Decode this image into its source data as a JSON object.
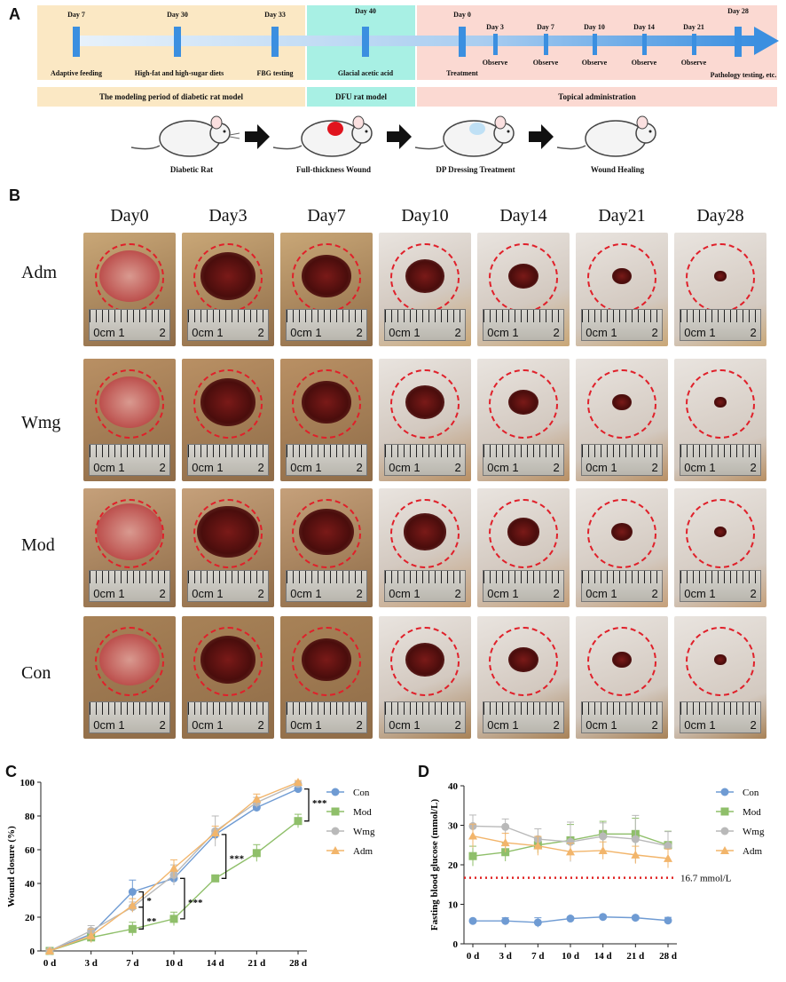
{
  "panel_letters": {
    "a": "A",
    "b": "B",
    "c": "C",
    "d": "D"
  },
  "timeline": {
    "days_top": [
      {
        "label": "Day 7"
      },
      {
        "label": "Day 30"
      },
      {
        "label": "Day 33"
      },
      {
        "label": "Day 40"
      },
      {
        "label": "Day 0"
      },
      {
        "label": "Day 28"
      }
    ],
    "days_mid": [
      {
        "label": "Day 3"
      },
      {
        "label": "Day 7"
      },
      {
        "label": "Day 10"
      },
      {
        "label": "Day 14"
      },
      {
        "label": "Day 21"
      }
    ],
    "events_bottom": [
      {
        "label": "Adaptive feeding"
      },
      {
        "label": "High-fat and high-sugar diets"
      },
      {
        "label": "FBG testing"
      },
      {
        "label": "Glacial acetic acid"
      },
      {
        "label": "Treatment"
      }
    ],
    "observe": [
      {
        "label": "Observe"
      },
      {
        "label": "Observe"
      },
      {
        "label": "Observe"
      },
      {
        "label": "Observe"
      },
      {
        "label": "Observe"
      }
    ],
    "end_label": "Pathology testing, etc.",
    "bars": [
      {
        "label": "The modeling period of diabetic rat model"
      },
      {
        "label": "DFU rat model"
      },
      {
        "label": "Topical administration"
      }
    ],
    "colors": {
      "modeling": "#fbe8c4",
      "dfu": "#a8f0e4",
      "topical": "#fbd9d2",
      "arrow": "#3b8fe0"
    }
  },
  "rat_steps": [
    {
      "caption": "Diabetic Rat"
    },
    {
      "caption": "Full-thickness Wound"
    },
    {
      "caption": "DP Dressing Treatment"
    },
    {
      "caption": "Wound Healing"
    }
  ],
  "photo_grid": {
    "days": [
      "Day0",
      "Day3",
      "Day7",
      "Day10",
      "Day14",
      "Day21",
      "Day28"
    ],
    "groups": [
      "Adm",
      "Wmg",
      "Mod",
      "Con"
    ],
    "ruler_text": "0cm 1",
    "ruler_end": "2"
  },
  "chart_data": [
    {
      "type": "line",
      "panel": "C",
      "ylabel": "Wound closure (%)",
      "xlabel": "",
      "categories": [
        "0 d",
        "3 d",
        "7 d",
        "10 d",
        "14 d",
        "21 d",
        "28 d"
      ],
      "ylim": [
        0,
        100
      ],
      "yticks": [
        0,
        20,
        40,
        60,
        80,
        100
      ],
      "legend_position": "right",
      "series": [
        {
          "name": "Con",
          "color": "#6f9bd3",
          "marker": "circle",
          "values": [
            0,
            10,
            35,
            43,
            69,
            85,
            96
          ],
          "err": [
            1,
            3,
            7,
            4,
            3,
            2,
            2
          ]
        },
        {
          "name": "Mod",
          "color": "#8fbf6a",
          "marker": "square",
          "values": [
            0,
            8,
            13,
            19,
            43,
            58,
            77
          ],
          "err": [
            1,
            3,
            4,
            4,
            2,
            5,
            4
          ]
        },
        {
          "name": "Wmg",
          "color": "#b9b9b9",
          "marker": "circle",
          "values": [
            0,
            12,
            26,
            45,
            71,
            88,
            99
          ],
          "err": [
            1,
            3,
            3,
            6,
            9,
            3,
            1
          ]
        },
        {
          "name": "Adm",
          "color": "#f2b56b",
          "marker": "triangle",
          "values": [
            0,
            9,
            27,
            49,
            70,
            90,
            100
          ],
          "err": [
            1,
            4,
            4,
            5,
            4,
            3,
            1
          ]
        }
      ],
      "significance": [
        {
          "between": "7 d",
          "text": "*"
        },
        {
          "between": "7 d",
          "text": "**"
        },
        {
          "between": "10 d",
          "text": "***"
        },
        {
          "between": "14 d",
          "text": "***"
        },
        {
          "between": "28 d",
          "text": "***"
        }
      ]
    },
    {
      "type": "line",
      "panel": "D",
      "ylabel": "Fasting blood glucose (mmol/L)",
      "xlabel": "",
      "categories": [
        "0 d",
        "3 d",
        "7 d",
        "10 d",
        "14 d",
        "21 d",
        "28 d"
      ],
      "ylim": [
        0,
        40
      ],
      "yticks": [
        0,
        10,
        20,
        30,
        40
      ],
      "legend_position": "top-right",
      "threshold": {
        "value": 16.7,
        "label": "16.7 mmol/L",
        "color": "#e02020"
      },
      "series": [
        {
          "name": "Con",
          "color": "#6f9bd3",
          "marker": "circle",
          "values": [
            5.8,
            5.8,
            5.4,
            6.4,
            6.8,
            6.6,
            5.9
          ],
          "err": [
            0.4,
            0.8,
            1.2,
            0.4,
            0.4,
            0.4,
            0.8
          ]
        },
        {
          "name": "Mod",
          "color": "#8fbf6a",
          "marker": "square",
          "values": [
            22.2,
            23.2,
            25,
            26.2,
            27.8,
            27.8,
            25
          ],
          "err": [
            2.5,
            2.3,
            2,
            4,
            3.2,
            4,
            3.5
          ]
        },
        {
          "name": "Wmg",
          "color": "#b9b9b9",
          "marker": "circle",
          "values": [
            29.8,
            29.6,
            26.5,
            25.8,
            27.2,
            26.5,
            24.8
          ],
          "err": [
            2.8,
            2,
            2.6,
            5,
            3.4,
            6,
            3.6
          ]
        },
        {
          "name": "Adm",
          "color": "#f2b56b",
          "marker": "triangle",
          "values": [
            27.3,
            25.6,
            24.8,
            23.3,
            23.6,
            22.5,
            21.6
          ],
          "err": [
            3,
            2.4,
            2.4,
            2.2,
            2.2,
            2.2,
            2.4
          ]
        }
      ]
    }
  ]
}
